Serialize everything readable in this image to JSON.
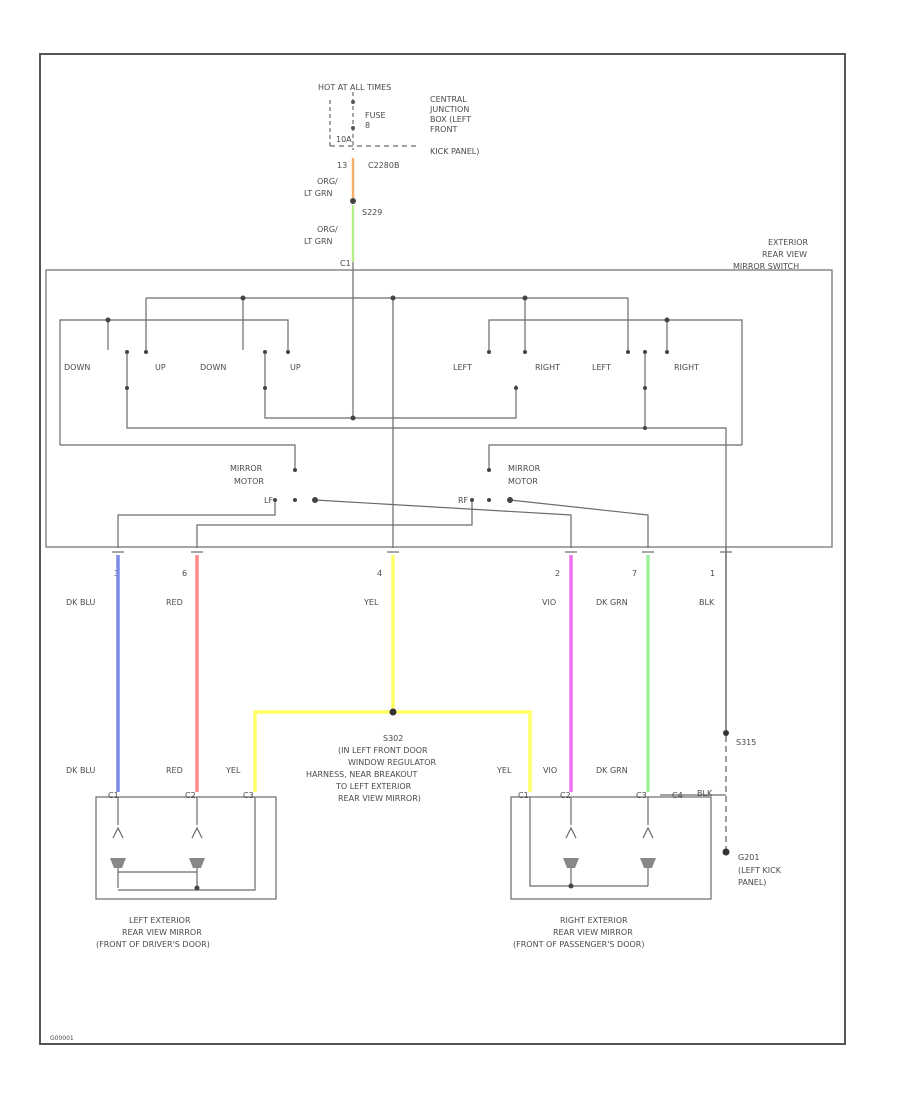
{
  "header": {
    "hot_line": "HOT AT ALL TIMES",
    "fuse_label": [
      "FUSE",
      "8",
      "10A"
    ],
    "cjb_label": [
      "CENTRAL",
      "JUNCTION",
      "BOX (LEFT",
      "FRONT",
      "KICK PANEL)"
    ],
    "pin_top": "13",
    "conn_top": "C2280B",
    "wire_top_1": [
      "ORG/",
      "LT GRN"
    ],
    "splice_top": "S229",
    "wire_top_2": [
      "ORG/",
      "LT GRN"
    ],
    "switch_pin_top": "C1"
  },
  "switch_module": {
    "title": [
      "EXTERIOR",
      "REAR VIEW",
      "MIRROR SWITCH"
    ],
    "left_labels": [
      "DOWN",
      "UP",
      "DOWN",
      "UP"
    ],
    "right_labels": [
      "LEFT",
      "RIGHT",
      "LEFT",
      "RIGHT"
    ],
    "motor_left": [
      "MIRROR",
      "MOTOR"
    ],
    "motor_right": [
      "MIRROR",
      "MOTOR"
    ],
    "select_left": "LF",
    "select_right": "RF"
  },
  "connector_pins": [
    {
      "pin": "3",
      "wire": "DK BLU",
      "color": "#7b8ae8"
    },
    {
      "pin": "6",
      "wire": "RED",
      "color": "#ff8a8a"
    },
    {
      "pin": "4",
      "wire": "YEL",
      "color": "#ffff66"
    },
    {
      "pin": "2",
      "wire": "VIO",
      "color": "#f070f0"
    },
    {
      "pin": "7",
      "wire": "DK GRN",
      "color": "#9ef09a"
    },
    {
      "pin": "1",
      "wire": "BLK",
      "color": "#6a6a6a"
    }
  ],
  "splice": {
    "id": "S302",
    "desc": [
      "(IN LEFT FRONT DOOR",
      "WINDOW REGULATOR",
      "HARNESS, NEAR BREAKOUT",
      "TO LEFT EXTERIOR",
      "REAR VIEW MIRROR)"
    ]
  },
  "lower_wires": {
    "left_blu": "DK BLU",
    "left_red": "RED",
    "left_yel": "YEL",
    "right_yel": "YEL",
    "right_vio": "VIO",
    "right_grn": "DK GRN",
    "right_blk": "BLK"
  },
  "ground": {
    "splice": "S315",
    "ground_id": "G201",
    "ground_desc": [
      "(LEFT KICK",
      "PANEL)"
    ]
  },
  "left_mirror": {
    "label": [
      "LEFT EXTERIOR",
      "REAR VIEW MIRROR",
      "(FRONT OF DRIVER'S DOOR)"
    ],
    "pins": [
      "C1",
      "C2",
      "C3"
    ]
  },
  "right_mirror": {
    "label": [
      "RIGHT EXTERIOR",
      "REAR VIEW MIRROR",
      "(FRONT OF PASSENGER'S DOOR)"
    ],
    "pins": [
      "C1",
      "C2",
      "C3",
      "C4"
    ]
  },
  "footer": {
    "code": "G00001"
  },
  "colors": {
    "line": "#6a6a6a",
    "orange_wire": "#f5b06a",
    "green_wire": "#b6f08a"
  }
}
